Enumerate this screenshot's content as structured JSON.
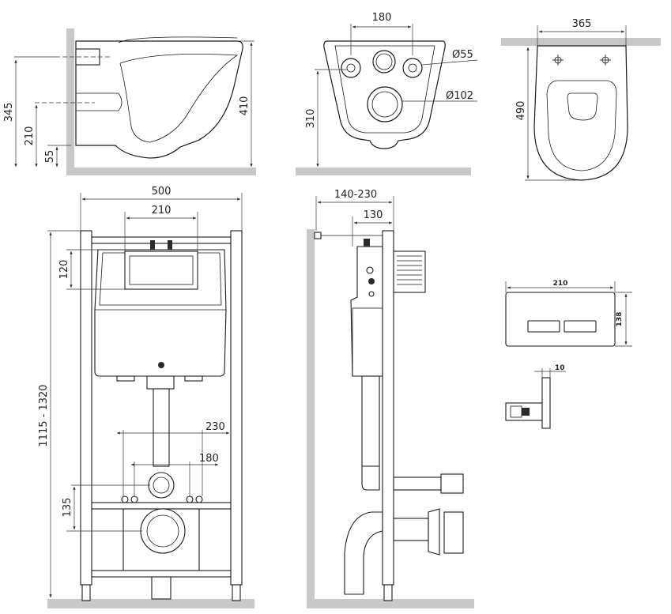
{
  "diagram": {
    "views": {
      "side_bowl": {
        "dims": [
          "345",
          "210",
          "55",
          "410"
        ]
      },
      "back_bowl": {
        "dims": [
          "180",
          "Ø55",
          "Ø102",
          "310"
        ]
      },
      "top_bowl": {
        "dims": [
          "365",
          "490"
        ]
      },
      "frame_front": {
        "dims": [
          "500",
          "210",
          "120",
          "1115 - 1320",
          "230",
          "180",
          "135"
        ]
      },
      "frame_side": {
        "dims": [
          "140-230",
          "130"
        ]
      },
      "flush_plate": {
        "dims": [
          "210",
          "138",
          "10"
        ]
      }
    }
  }
}
